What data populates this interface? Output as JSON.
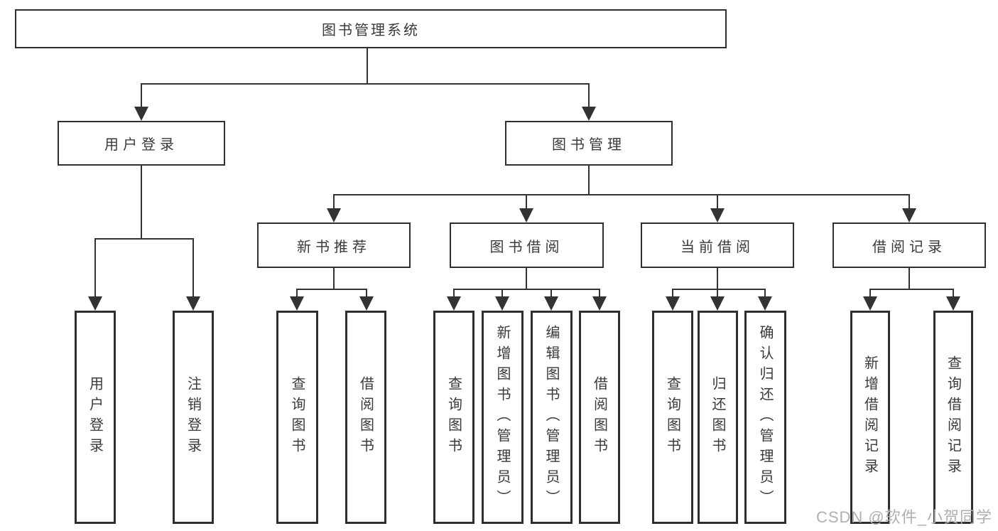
{
  "tree": {
    "root": "图书管理系统",
    "branches": [
      {
        "label": "用户登录",
        "leaves": [
          "用户登录",
          "注销登录"
        ]
      },
      {
        "label": "图书管理",
        "groups": [
          {
            "label": "新书推荐",
            "leaves": [
              "查询图书",
              "借阅图书"
            ]
          },
          {
            "label": "图书借阅",
            "leaves": [
              "查询图书",
              "新增图书（管理员）",
              "编辑图书（管理员）",
              "借阅图书"
            ]
          },
          {
            "label": "当前借阅",
            "leaves": [
              "查询图书",
              "归还图书",
              "确认归还（管理员）"
            ]
          },
          {
            "label": "借阅记录",
            "leaves": [
              "新增借阅记录",
              "查询借阅记录"
            ]
          }
        ]
      }
    ]
  },
  "watermark": {
    "text": "CSDN @软件_小贺同学"
  },
  "colors": {
    "line": "#333333",
    "box_border": "#2f2f2f",
    "text": "#3a3a3a",
    "watermark": "#b0b0b0",
    "background": "#ffffff"
  }
}
